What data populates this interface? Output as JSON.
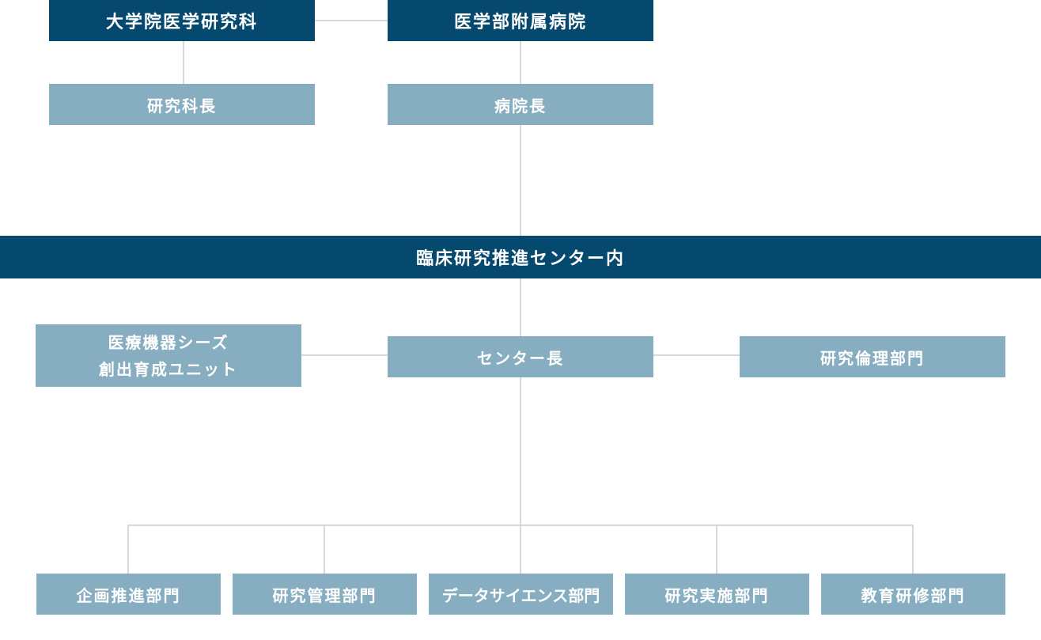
{
  "top": {
    "graduate_school": "大学院医学研究科",
    "hospital": "医学部附属病院",
    "dean": "研究科長",
    "hospital_director": "病院長"
  },
  "center": {
    "title": "臨床研究推進センター内",
    "director": "センター長",
    "seeds_unit_line1": "医療機器シーズ",
    "seeds_unit_line2": "創出育成ユニット",
    "ethics": "研究倫理部門"
  },
  "departments": [
    "企画推進部門",
    "研究管理部門",
    "データサイエンス部門",
    "研究実施部門",
    "教育研修部門"
  ],
  "colors": {
    "dark_box": "#054a6e",
    "light_box": "#87aec0",
    "connector": "#d6d9dc",
    "text": "#ffffff"
  }
}
